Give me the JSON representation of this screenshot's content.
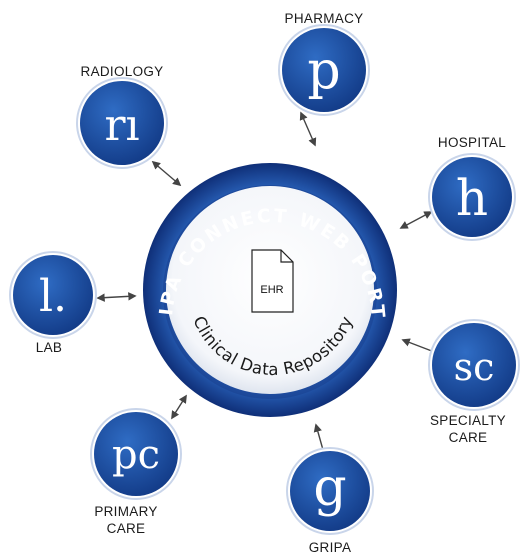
{
  "hub": {
    "portal_title": "GRIPA CONNECT WEB PORTAL",
    "repository_label": "Clinical Data Repository",
    "document_label": "EHR"
  },
  "nodes": [
    {
      "id": "pharmacy",
      "label_lines": [
        "PHARMACY"
      ],
      "glyph": "p",
      "icon": "pharmacy-logo-icon"
    },
    {
      "id": "radiology",
      "label_lines": [
        "RADIOLOGY"
      ],
      "glyph": "rı",
      "icon": "radiology-logo-icon"
    },
    {
      "id": "hospital",
      "label_lines": [
        "HOSPITAL"
      ],
      "glyph": "h",
      "icon": "hospital-logo-icon"
    },
    {
      "id": "lab",
      "label_lines": [
        "LAB"
      ],
      "glyph": "l.",
      "icon": "lab-logo-icon"
    },
    {
      "id": "specialty",
      "label_lines": [
        "SPECIALTY",
        "CARE"
      ],
      "glyph": "sc",
      "icon": "specialty-care-logo-icon"
    },
    {
      "id": "primary",
      "label_lines": [
        "PRIMARY",
        "CARE"
      ],
      "glyph": "pc",
      "icon": "primary-care-logo-icon"
    },
    {
      "id": "gripa",
      "label_lines": [
        "GRIPA"
      ],
      "glyph": "g",
      "icon": "gripa-logo-icon"
    }
  ],
  "colors": {
    "ring_dark": "#0f2f78",
    "ring_mid": "#2a64bd",
    "node_fill": "#1d4b9b",
    "arrow": "#444444"
  }
}
